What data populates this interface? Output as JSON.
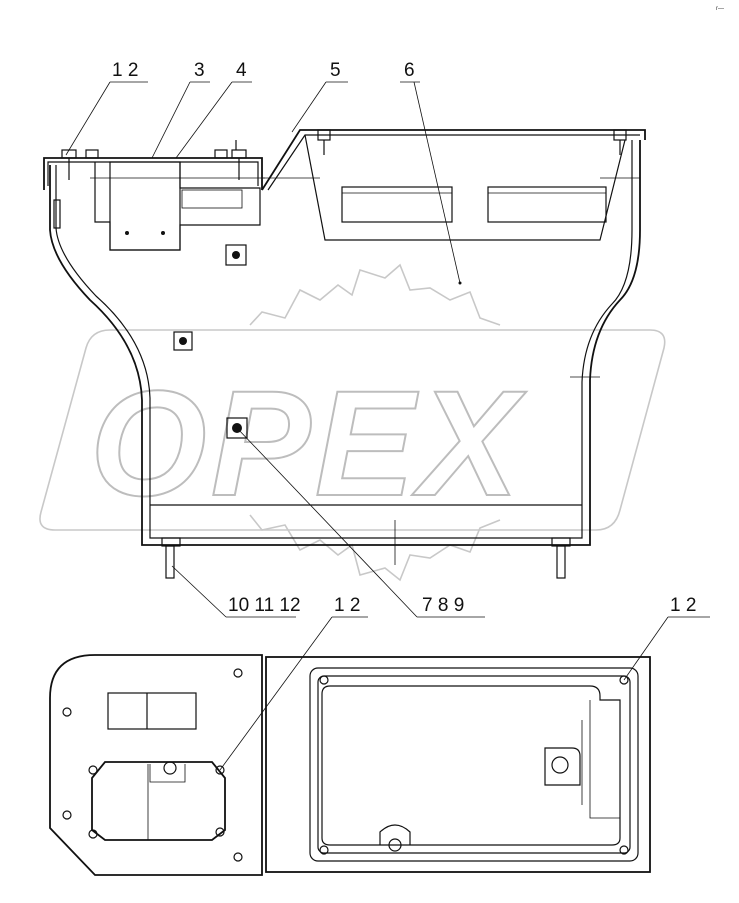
{
  "watermark": {
    "text": "OPEX"
  },
  "corner_mark": "r—",
  "callouts": {
    "top_left": "1 2",
    "item3": "3",
    "item4": "4",
    "item5": "5",
    "item6": "6",
    "bottom_left": "10 11 12",
    "bottom_mid": "7 8 9",
    "plan_mid": "1 2",
    "plan_right": "1 2"
  }
}
